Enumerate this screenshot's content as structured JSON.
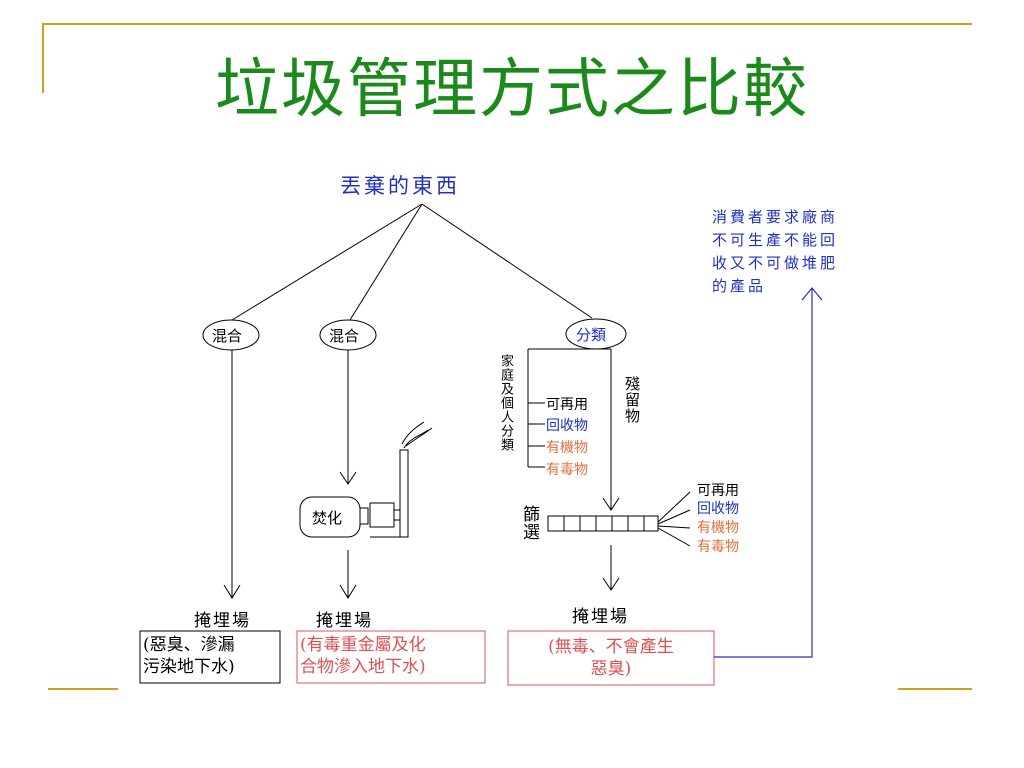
{
  "title": "垃圾管理方式之比較",
  "root": "丟棄的東西",
  "node_mixed_1": "混合",
  "node_mixed_2": "混合",
  "node_sorted": "分類",
  "incinerate": "焚化",
  "household": "家庭及個人分類",
  "household_items": [
    "可再用",
    "回收物",
    "有機物",
    "有毒物"
  ],
  "residue": "殘留物",
  "screening": "篩選",
  "screen_items": [
    "可再用",
    "回收物",
    "有機物",
    "有毒物"
  ],
  "landfill_1": "掩埋場",
  "landfill_2": "掩埋場",
  "landfill_3": "掩埋場",
  "note_1": [
    "(惡臭、滲漏",
    "污染地下水)"
  ],
  "note_2": [
    "(有毒重金屬及化",
    "合物滲入地下水)"
  ],
  "note_3": [
    "(無毒、不會產生",
    "惡臭)"
  ],
  "consumer_note": [
    "消費者要求廠商",
    "不可生產不能回",
    "收又不可做堆肥",
    "的產品"
  ],
  "colors": {
    "title": "#1a8a1a",
    "blue": "#2030c0",
    "red": "#e05050",
    "orange": "#e07040",
    "frame": "#d4a017"
  }
}
